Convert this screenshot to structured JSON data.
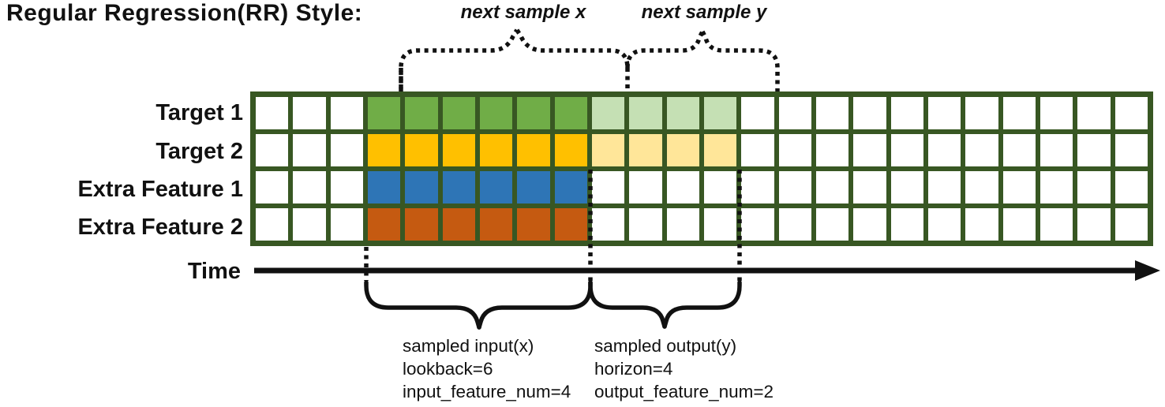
{
  "title": "Regular Regression(RR) Style:",
  "time_label": "Time",
  "annotations": {
    "next_sample_x": "next sample x",
    "next_sample_y": "next sample y",
    "sampled_input": {
      "line1": "sampled input(x)",
      "line2": "lookback=6",
      "line3": "input_feature_num=4"
    },
    "sampled_output": {
      "line1": "sampled output(y)",
      "line2": "horizon=4",
      "line3": "output_feature_num=2"
    }
  },
  "grid": {
    "columns": 24,
    "input_start_col": 3,
    "lookback": 6,
    "horizon": 4,
    "border_color": "#385723",
    "empty_cell_color": "#ffffff",
    "rows": [
      {
        "label": "Target 1",
        "type": "target",
        "input_color": "#70AD47",
        "output_color": "#C5E0B4"
      },
      {
        "label": "Target 2",
        "type": "target",
        "input_color": "#FFC000",
        "output_color": "#FFE699"
      },
      {
        "label": "Extra Feature 1",
        "type": "extra",
        "input_color": "#2E75B6",
        "output_color": null
      },
      {
        "label": "Extra Feature 2",
        "type": "extra",
        "input_color": "#C55A11",
        "output_color": null
      }
    ]
  }
}
